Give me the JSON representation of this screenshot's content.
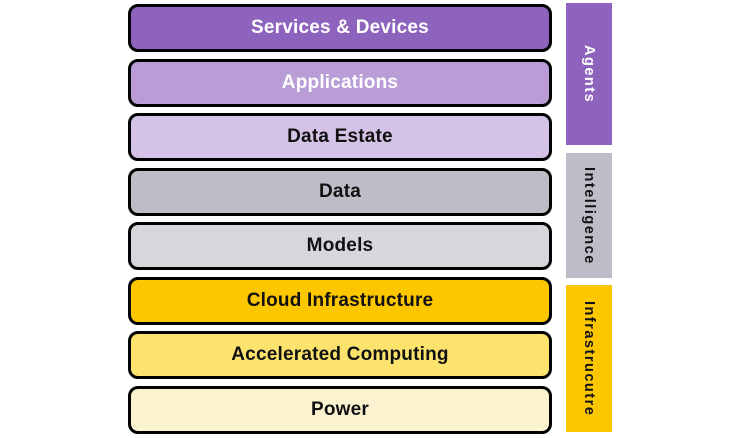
{
  "colors": {
    "layer_border": "#000000",
    "page_background": "#FFFFFF"
  },
  "stack": {
    "layers": [
      {
        "label": "Services & Devices",
        "bg": "#8E63BD",
        "text_color": "#FFFFFF"
      },
      {
        "label": "Applications",
        "bg": "#BA9CD6",
        "text_color": "#FFFFFF"
      },
      {
        "label": "Data Estate",
        "bg": "#D4C3E6",
        "text_color": "#111111"
      },
      {
        "label": "Data",
        "bg": "#BFBCC7",
        "text_color": "#111111"
      },
      {
        "label": "Models",
        "bg": "#D8D5DD",
        "text_color": "#111111"
      },
      {
        "label": "Cloud Infrastructure",
        "bg": "#FDC700",
        "text_color": "#111111"
      },
      {
        "label": "Accelerated Computing",
        "bg": "#FCE36E",
        "text_color": "#111111"
      },
      {
        "label": "Power",
        "bg": "#FBF3D0",
        "text_color": "#111111"
      }
    ]
  },
  "groups": [
    {
      "label": "Agents",
      "bg": "#8E63BD",
      "text_color": "#FFFFFF"
    },
    {
      "label": "Intelligence",
      "bg": "#BFBCC7",
      "text_color": "#111111"
    },
    {
      "label": "Infrastrucutre",
      "bg": "#FDC700",
      "text_color": "#111111"
    }
  ]
}
